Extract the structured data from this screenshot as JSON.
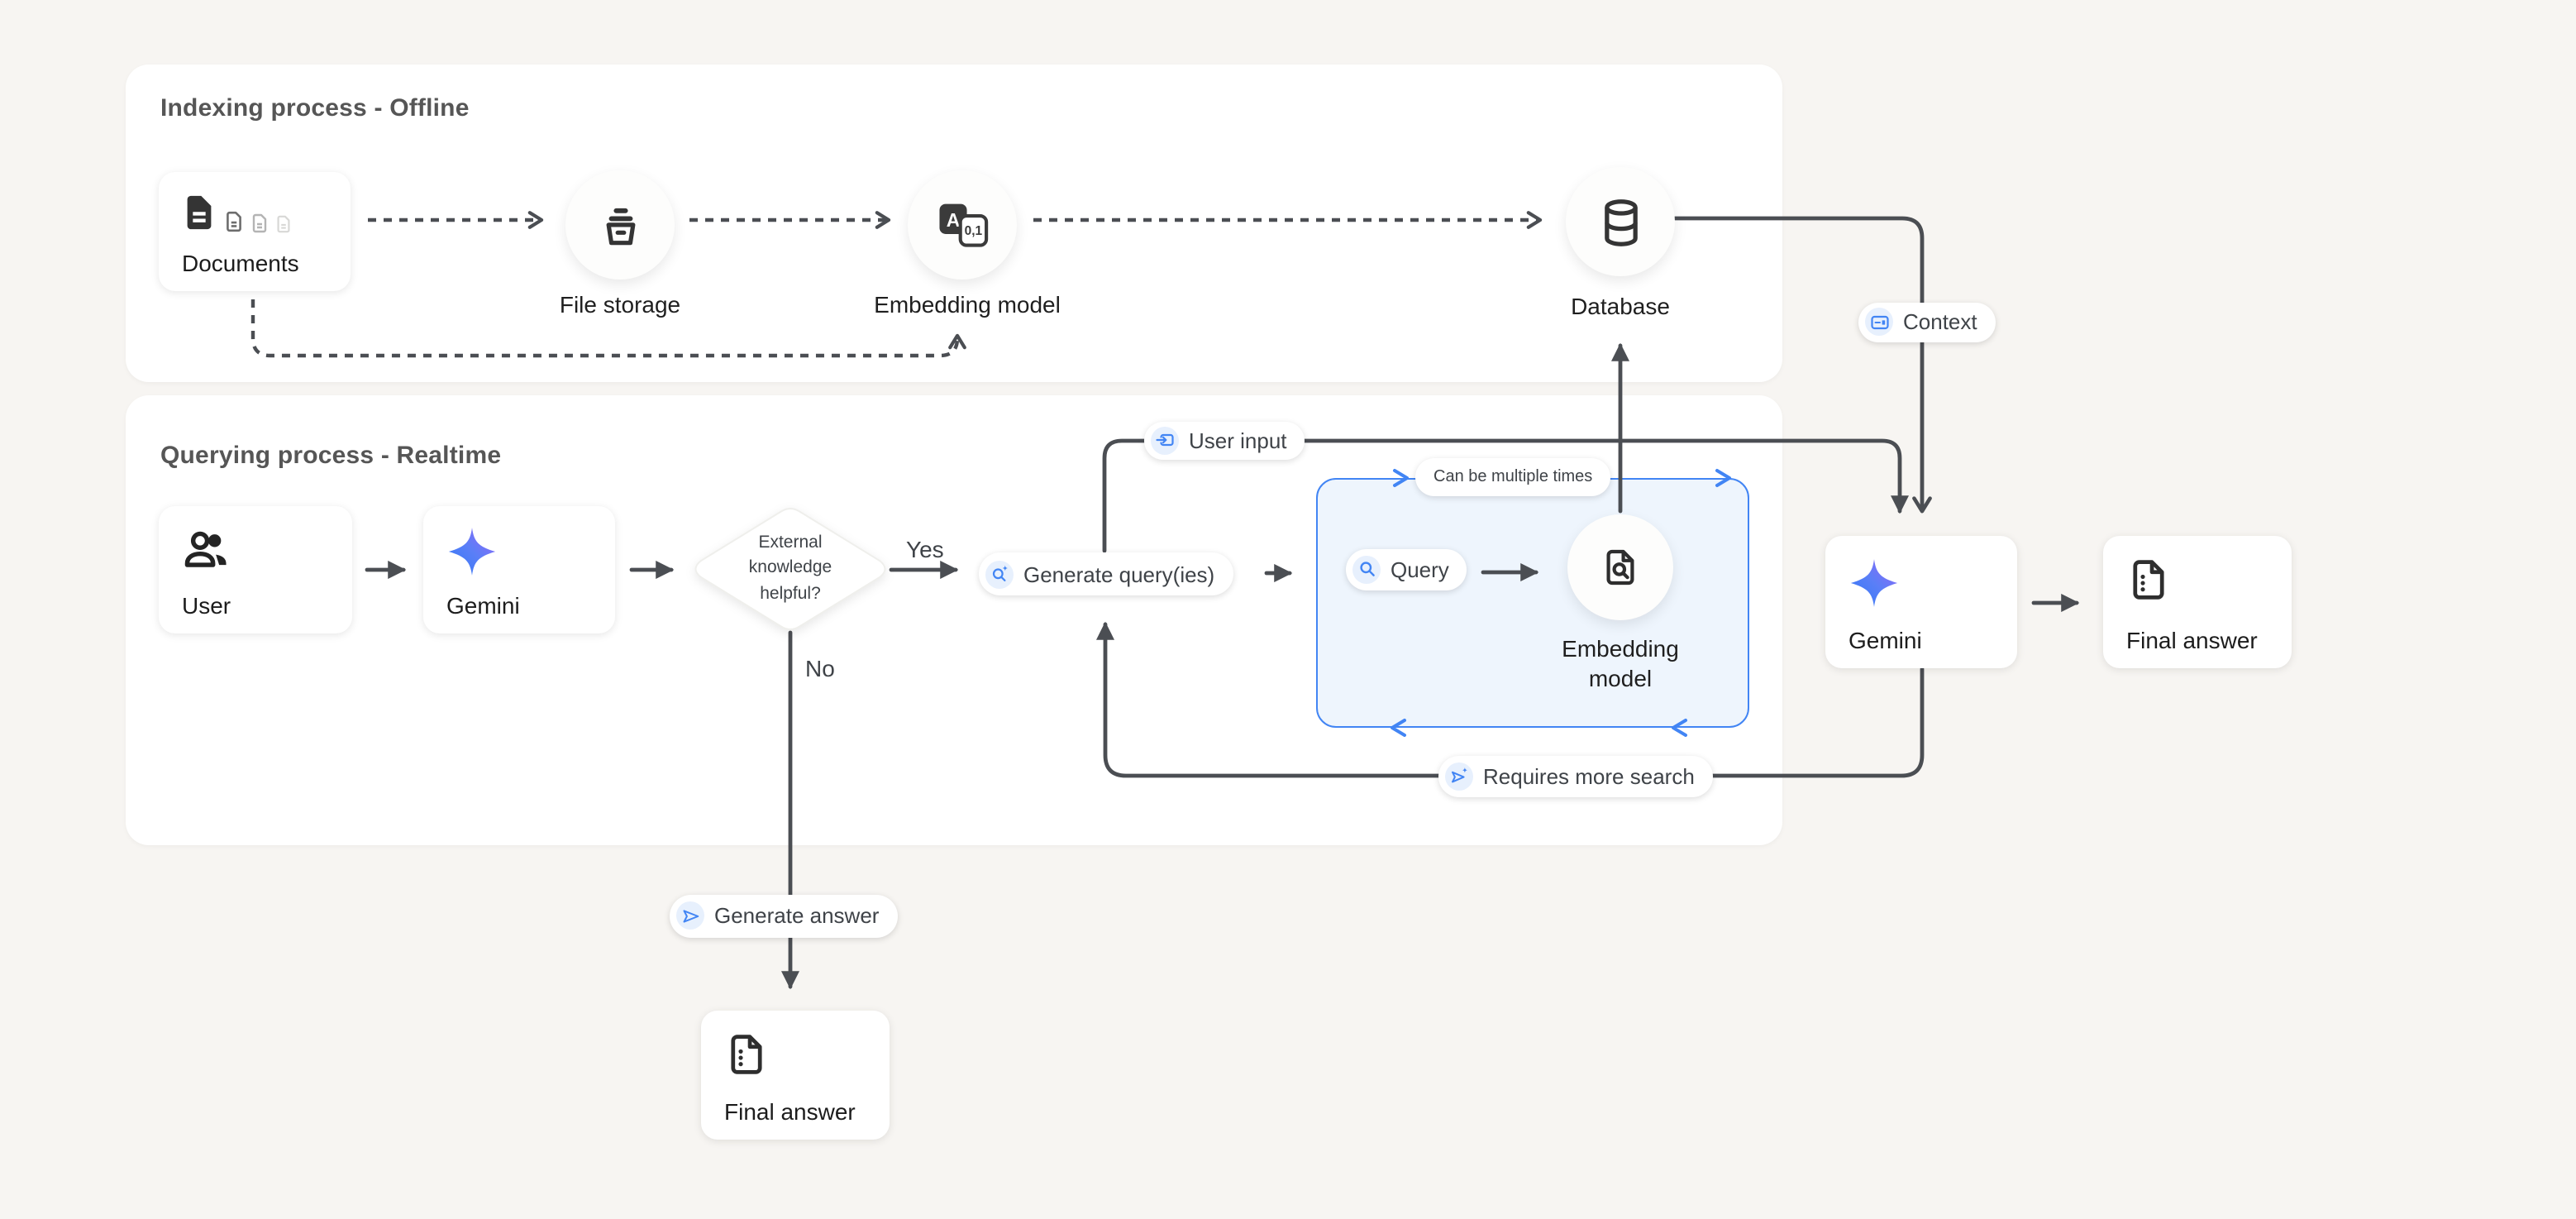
{
  "palette": {
    "accent_blue": "#4285f4",
    "chip_bg": "#e7f0fd",
    "line_dark": "#4b4e53",
    "icon_dark": "#353535",
    "box_fill": "#eef5fd",
    "page_bg": "#f7f5f2",
    "panel_bg": "#ffffff",
    "gemini_gradient_start": "#3478f6",
    "gemini_gradient_end": "#9168f8"
  },
  "indexing": {
    "title": "Indexing process - Offline",
    "documents_label": "Documents",
    "file_storage_label": "File storage",
    "embedding_model_label": "Embedding model",
    "database_label": "Database"
  },
  "querying": {
    "title": "Querying process - Realtime",
    "user_label": "User",
    "gemini_label": "Gemini",
    "decision": {
      "line1": "External",
      "line2": "knowledge",
      "line3": "helpful?"
    },
    "yes_label": "Yes",
    "no_label": "No",
    "generate_queries_label": "Generate query(ies)",
    "query_label": "Query",
    "loop_note": "Can be multiple times",
    "embedding_model_line1": "Embedding",
    "embedding_model_line2": "model"
  },
  "annotations": {
    "user_input": "User input",
    "context": "Context",
    "requires_more_search": "Requires more search",
    "generate_answer": "Generate answer"
  },
  "output": {
    "gemini_label": "Gemini",
    "final_answer_label": "Final answer",
    "final_answer_bottom_label": "Final answer"
  }
}
